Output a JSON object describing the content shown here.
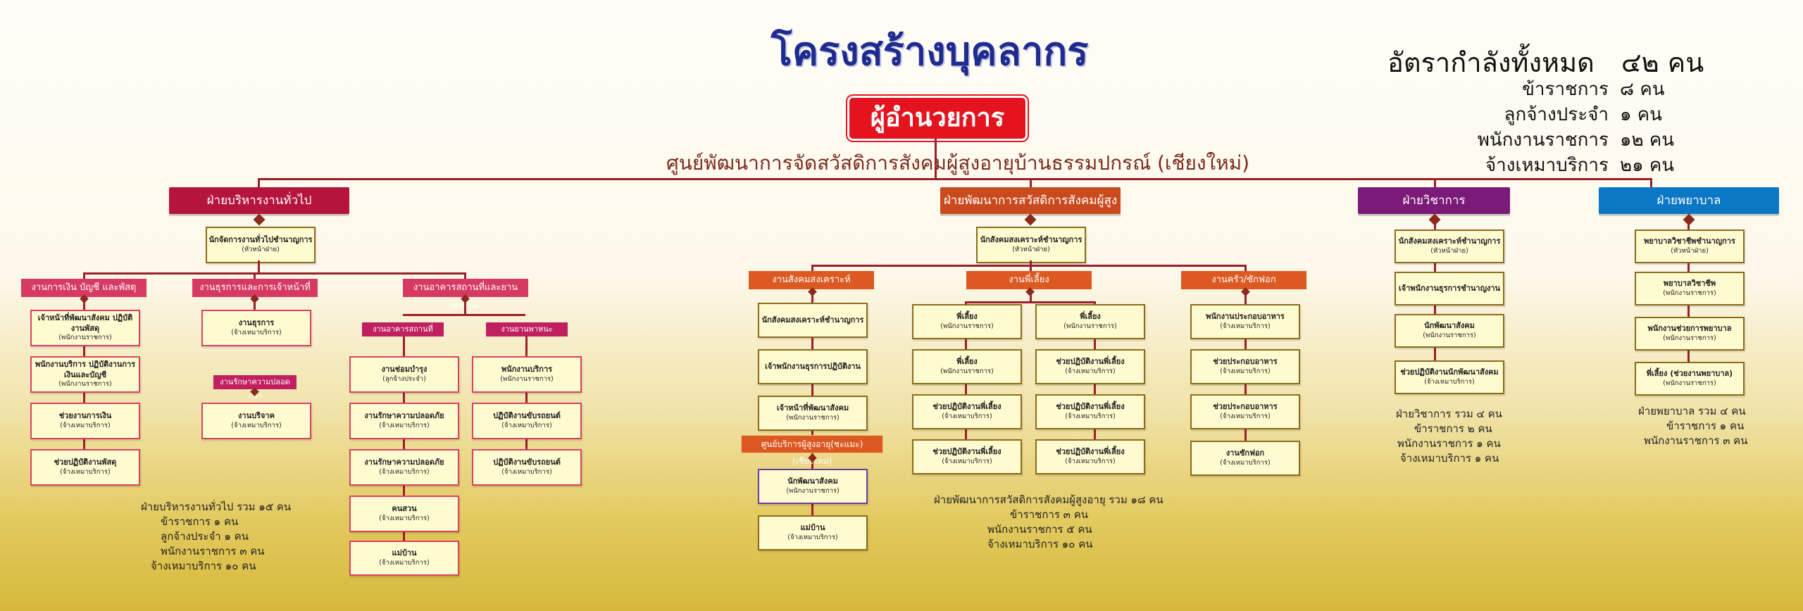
{
  "title": "โครงสร้างบุคลากร",
  "director": "ผู้อำนวยการ",
  "subtitle": "ศูนย์พัฒนาการจัดสวัสดิการสังคมผู้สูงอายุบ้านธรรมปกรณ์ (เชียงใหม่)",
  "staff_summary": {
    "total_label": "อัตรากำลังทั้งหมด",
    "total_value": "๔๒ คน",
    "rows": [
      {
        "label": "ข้าราชการ",
        "value": "๘ คน"
      },
      {
        "label": "ลูกจ้างประจำ",
        "value": "๑ คน"
      },
      {
        "label": "พนักงานราชการ",
        "value": "๑๒ คน"
      },
      {
        "label": "จ้างเหมาบริการ",
        "value": "๒๑ คน"
      }
    ]
  },
  "divisions": {
    "admin": {
      "label": "ฝ่ายบริหารงานทั่วไป",
      "head_box": {
        "title": "นักจัดการงานทั่วไปชำนาญการ",
        "role": "(หัวหน้าฝ่าย)"
      },
      "units": [
        {
          "label": "งานการเงิน บัญชี และพัสดุ",
          "boxes": [
            {
              "title": "เจ้าหน้าที่พัฒนาสังคม ปฏิบัติงานพัสดุ",
              "role": "(พนักงานราชการ)"
            },
            {
              "title": "พนักงานบริการ ปฏิบัติงานการเงินและบัญชี",
              "role": "(พนักงานราชการ)"
            },
            {
              "title": "ช่วยงานการเงิน",
              "role": "(จ้างเหมาบริการ)"
            },
            {
              "title": "ช่วยปฏิบัติงานพัสดุ",
              "role": "(จ้างเหมาบริการ)"
            }
          ]
        },
        {
          "label": "งานธุรการและการเจ้าหน้าที่",
          "boxes": [
            {
              "title": "งานธุรการ",
              "role": "(จ้างเหมาบริการ)"
            }
          ],
          "sub": {
            "label": "งานรักษาความปลอดภัยฯ",
            "boxes": [
              {
                "title": "งานบริจาค",
                "role": "(จ้างเหมาบริการ)"
              }
            ]
          }
        },
        {
          "label": "งานอาคารสถานที่และยานพาหนะ",
          "subs": [
            {
              "label": "งานอาคารสถานที่",
              "boxes": [
                {
                  "title": "งานช่อมบำรุง",
                  "role": "(ลูกจ้างประจำ)"
                },
                {
                  "title": "งานรักษาความปลอดภัย",
                  "role": "(จ้างเหมาบริการ)"
                },
                {
                  "title": "งานรักษาความปลอดภัย",
                  "role": "(จ้างเหมาบริการ)"
                },
                {
                  "title": "คนสวน",
                  "role": "(จ้างเหมาบริการ)"
                },
                {
                  "title": "แม่บ้าน",
                  "role": "(จ้างเหมาบริการ)"
                }
              ]
            },
            {
              "label": "งานยานพาหนะ",
              "boxes": [
                {
                  "title": "พนักงานบริการ",
                  "role": "(พนักงานราชการ)"
                },
                {
                  "title": "ปฏิบัติงานขับรถยนต์",
                  "role": "(จ้างเหมาบริการ)"
                },
                {
                  "title": "ปฏิบัติงานขับรถยนต์",
                  "role": "(จ้างเหมาบริการ)"
                }
              ]
            }
          ]
        }
      ],
      "summary": {
        "title": "ฝ่ายบริหารงานทั่วไป รวม ๑๕ คน",
        "lines": [
          "ข้าราชการ ๑ คน",
          "ลูกจ้างประจำ ๑ คน",
          "พนักงานราชการ ๓ คน",
          "จ้างเหมาบริการ ๑๐ คน"
        ]
      }
    },
    "welfare": {
      "label": "ฝ่ายพัฒนาการสวัสดิการสังคมผู้สูงอายุ",
      "head_box": {
        "title": "นักสังคมสงเคราะห์ชำนาญการ",
        "role": "(หัวหน้าฝ่าย)"
      },
      "units": [
        {
          "label": "งานสังคมสงเคราะห์",
          "boxes": [
            {
              "title": "นักสังคมสงเคราะห์ชำนาญการ",
              "role": ""
            },
            {
              "title": "เจ้าพนักงานธุรการปฏิบัติงาน",
              "role": ""
            },
            {
              "title": "เจ้าหน้าที่พัฒนาสังคม",
              "role": "(พนักงานราชการ)"
            }
          ],
          "sub": {
            "label": "ศูนย์บริการผู้สูงอายุ(ชะแมะ)(เชียงใหม่)",
            "boxes": [
              {
                "title": "นักพัฒนาสังคม",
                "role": "(พนักงานราชการ)"
              },
              {
                "title": "แม่บ้าน",
                "role": "(จ้างเหมาบริการ)"
              }
            ]
          }
        },
        {
          "label": "งานพี่เลี้ยง",
          "boxes": [
            {
              "title": "พี่เลี้ยง",
              "role": "(พนักงานราชการ)"
            },
            {
              "title": "พี่เลี้ยง",
              "role": "(พนักงานราชการ)"
            },
            {
              "title": "พี่เลี้ยง",
              "role": "(พนักงานราชการ)"
            },
            {
              "title": "ช่วยปฏิบัติงานพี่เลี้ยง",
              "role": "(จ้างเหมาบริการ)"
            },
            {
              "title": "ช่วยปฏิบัติงานพี่เลี้ยง",
              "role": "(จ้างเหมาบริการ)"
            },
            {
              "title": "ช่วยปฏิบัติงานพี่เลี้ยง",
              "role": "(จ้างเหมาบริการ)"
            },
            {
              "title": "ช่วยปฏิบัติงานพี่เลี้ยง",
              "role": "(จ้างเหมาบริการ)"
            },
            {
              "title": "ช่วยปฏิบัติงานพี่เลี้ยง",
              "role": "(จ้างเหมาบริการ)"
            }
          ]
        },
        {
          "label": "งานครัว/ซักฟอก",
          "boxes": [
            {
              "title": "พนักงานประกอบอาหาร",
              "role": "(จ้างเหมาบริการ)"
            },
            {
              "title": "ช่วยประกอบอาหาร",
              "role": "(จ้างเหมาบริการ)"
            },
            {
              "title": "ช่วยประกอบอาหาร",
              "role": "(จ้างเหมาบริการ)"
            },
            {
              "title": "งานซักฟอก",
              "role": "(จ้างเหมาบริการ)"
            }
          ]
        }
      ],
      "summary": {
        "title": "ฝ่ายพัฒนาการสวัสดิการสังคมผู้สูงอายุ รวม ๑๘ คน",
        "lines": [
          "ข้าราชการ ๓ คน",
          "พนักงานราชการ ๕ คน",
          "จ้างเหมาบริการ ๑๐ คน"
        ]
      }
    },
    "academic": {
      "label": "ฝ่ายวิชาการ",
      "boxes": [
        {
          "title": "นักสังคมสงเคราะห์ชำนาญการ",
          "role": "(หัวหน้าฝ่าย)"
        },
        {
          "title": "เจ้าพนักงานธุรการชำนาญงาน",
          "role": ""
        },
        {
          "title": "นักพัฒนาสังคม",
          "role": "(พนักงานราชการ)"
        },
        {
          "title": "ช่วยปฏิบัติงานนักพัฒนาสังคม",
          "role": "(จ้างเหมาบริการ)"
        }
      ],
      "summary": {
        "title": "ฝ่ายวิชาการ รวม ๔ คน",
        "lines": [
          "ข้าราชการ ๒ คน",
          "พนักงานราชการ ๑ คน",
          "จ้างเหมาบริการ ๑ คน"
        ]
      }
    },
    "nursing": {
      "label": "ฝ่ายพยาบาล",
      "boxes": [
        {
          "title": "พยาบาลวิชาชีพชำนาญการ",
          "role": "(หัวหน้าฝ่าย)"
        },
        {
          "title": "พยาบาลวิชาชีพ",
          "role": "(พนักงานราชการ)"
        },
        {
          "title": "พนักงานช่วยการพยาบาล",
          "role": "(พนักงานราชการ)"
        },
        {
          "title": "พี่เลี้ยง (ช่วยงานพยาบาล)",
          "role": "(พนักงานราชการ)"
        }
      ],
      "summary": {
        "title": "ฝ่ายพยาบาล รวม ๔ คน",
        "lines": [
          "ข้าราชการ ๑ คน",
          "พนักงานราชการ ๓ คน"
        ]
      }
    }
  },
  "colors": {
    "title": "#1f2c8f",
    "director": "#e3141e",
    "connector": "#9a1f28",
    "admin": "#b5143c",
    "welfare": "#c94a1d",
    "academic": "#7b1a78",
    "nursing": "#0b78c6",
    "box_fill": "#fffbd1"
  }
}
